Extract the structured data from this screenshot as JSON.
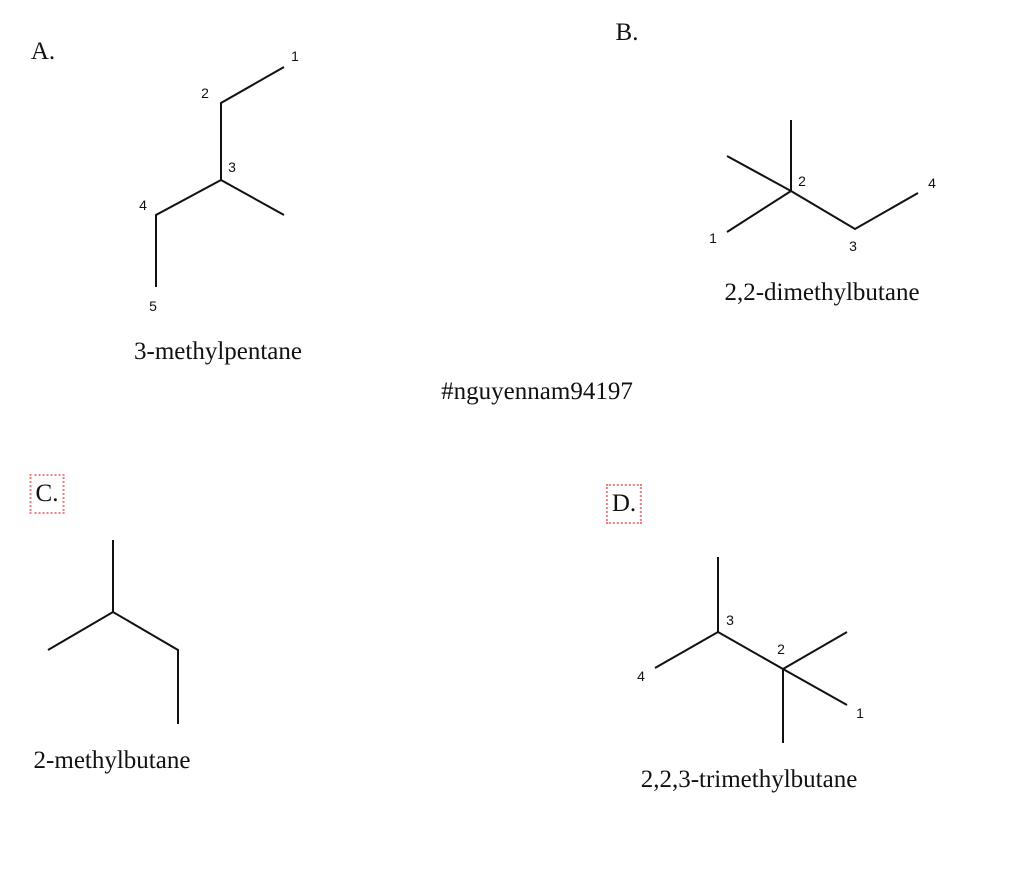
{
  "watermark": "#nguyennam94197",
  "options": [
    {
      "letter": "A.",
      "name": "3-methylpentane",
      "numbers": [
        "1",
        "2",
        "3",
        "4",
        "5"
      ],
      "highlighted": false
    },
    {
      "letter": "B.",
      "name": "2,2-dimethylbutane",
      "numbers": [
        "1",
        "2",
        "3",
        "4"
      ],
      "highlighted": false
    },
    {
      "letter": "C.",
      "name": "2-methylbutane",
      "numbers": [],
      "highlighted": true
    },
    {
      "letter": "D.",
      "name": "2,2,3-trimethylbutane",
      "numbers": [
        "1",
        "2",
        "3",
        "4"
      ],
      "highlighted": true
    }
  ],
  "colors": {
    "bond": "#111111",
    "highlight": "#f08080"
  }
}
